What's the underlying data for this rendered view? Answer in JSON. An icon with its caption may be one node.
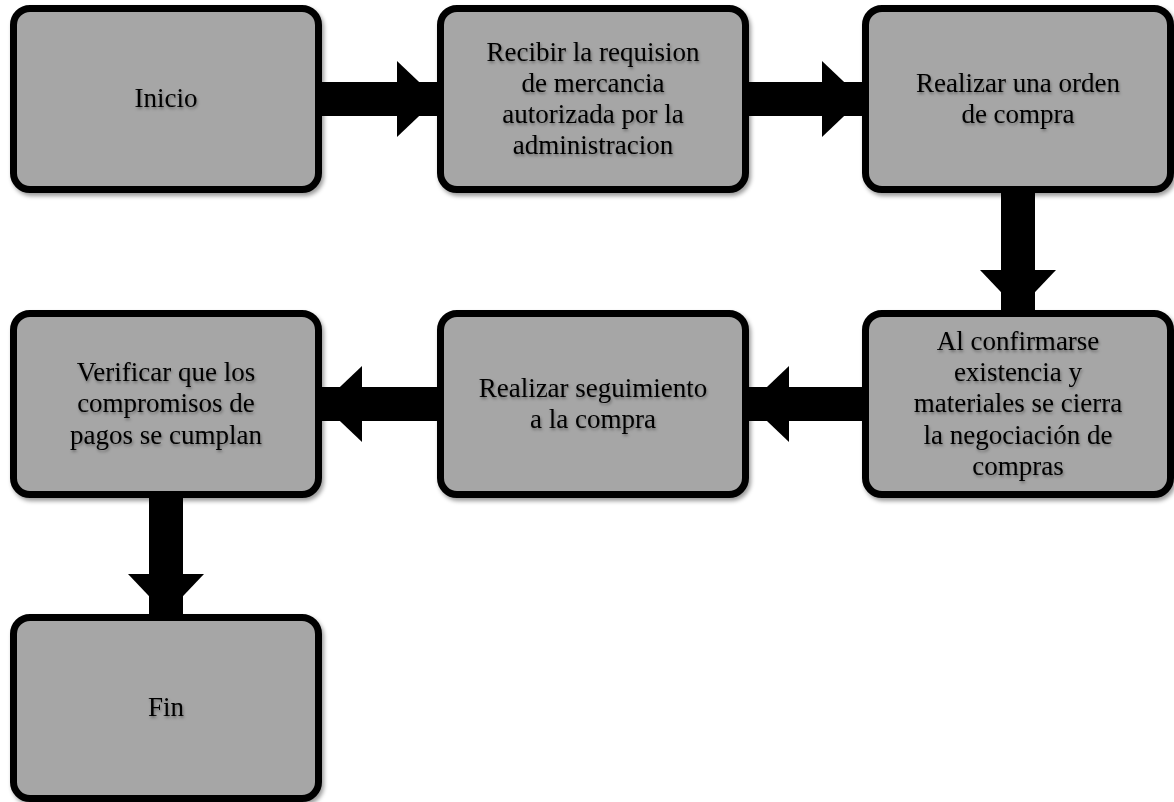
{
  "diagram": {
    "nodes": [
      {
        "text": [
          "Inicio"
        ]
      },
      {
        "text": [
          "Recibir la requision de mercancia autorizada por la administracion"
        ]
      },
      {
        "text": [
          "Realizar una orden de compra"
        ]
      },
      {
        "text": [
          "Al confirmarse existencia y materiales se cierra la negociación de compras"
        ]
      },
      {
        "text": [
          "Realizar seguimiento a la compra"
        ]
      },
      {
        "text": [
          "Verificar que los compromisos de pagos se cumplan"
        ]
      },
      {
        "text": [
          "Fin"
        ]
      }
    ],
    "edges": [
      {
        "from": 0,
        "to": 1,
        "arrow": "to"
      },
      {
        "from": 1,
        "to": 2,
        "arrow": "to"
      },
      {
        "from": 2,
        "to": 3,
        "arrow": "to"
      },
      {
        "from": 3,
        "to": 4,
        "arrow": "to"
      },
      {
        "from": 4,
        "to": 5,
        "arrow": "to"
      },
      {
        "from": 5,
        "to": 6,
        "arrow": "to"
      }
    ]
  }
}
